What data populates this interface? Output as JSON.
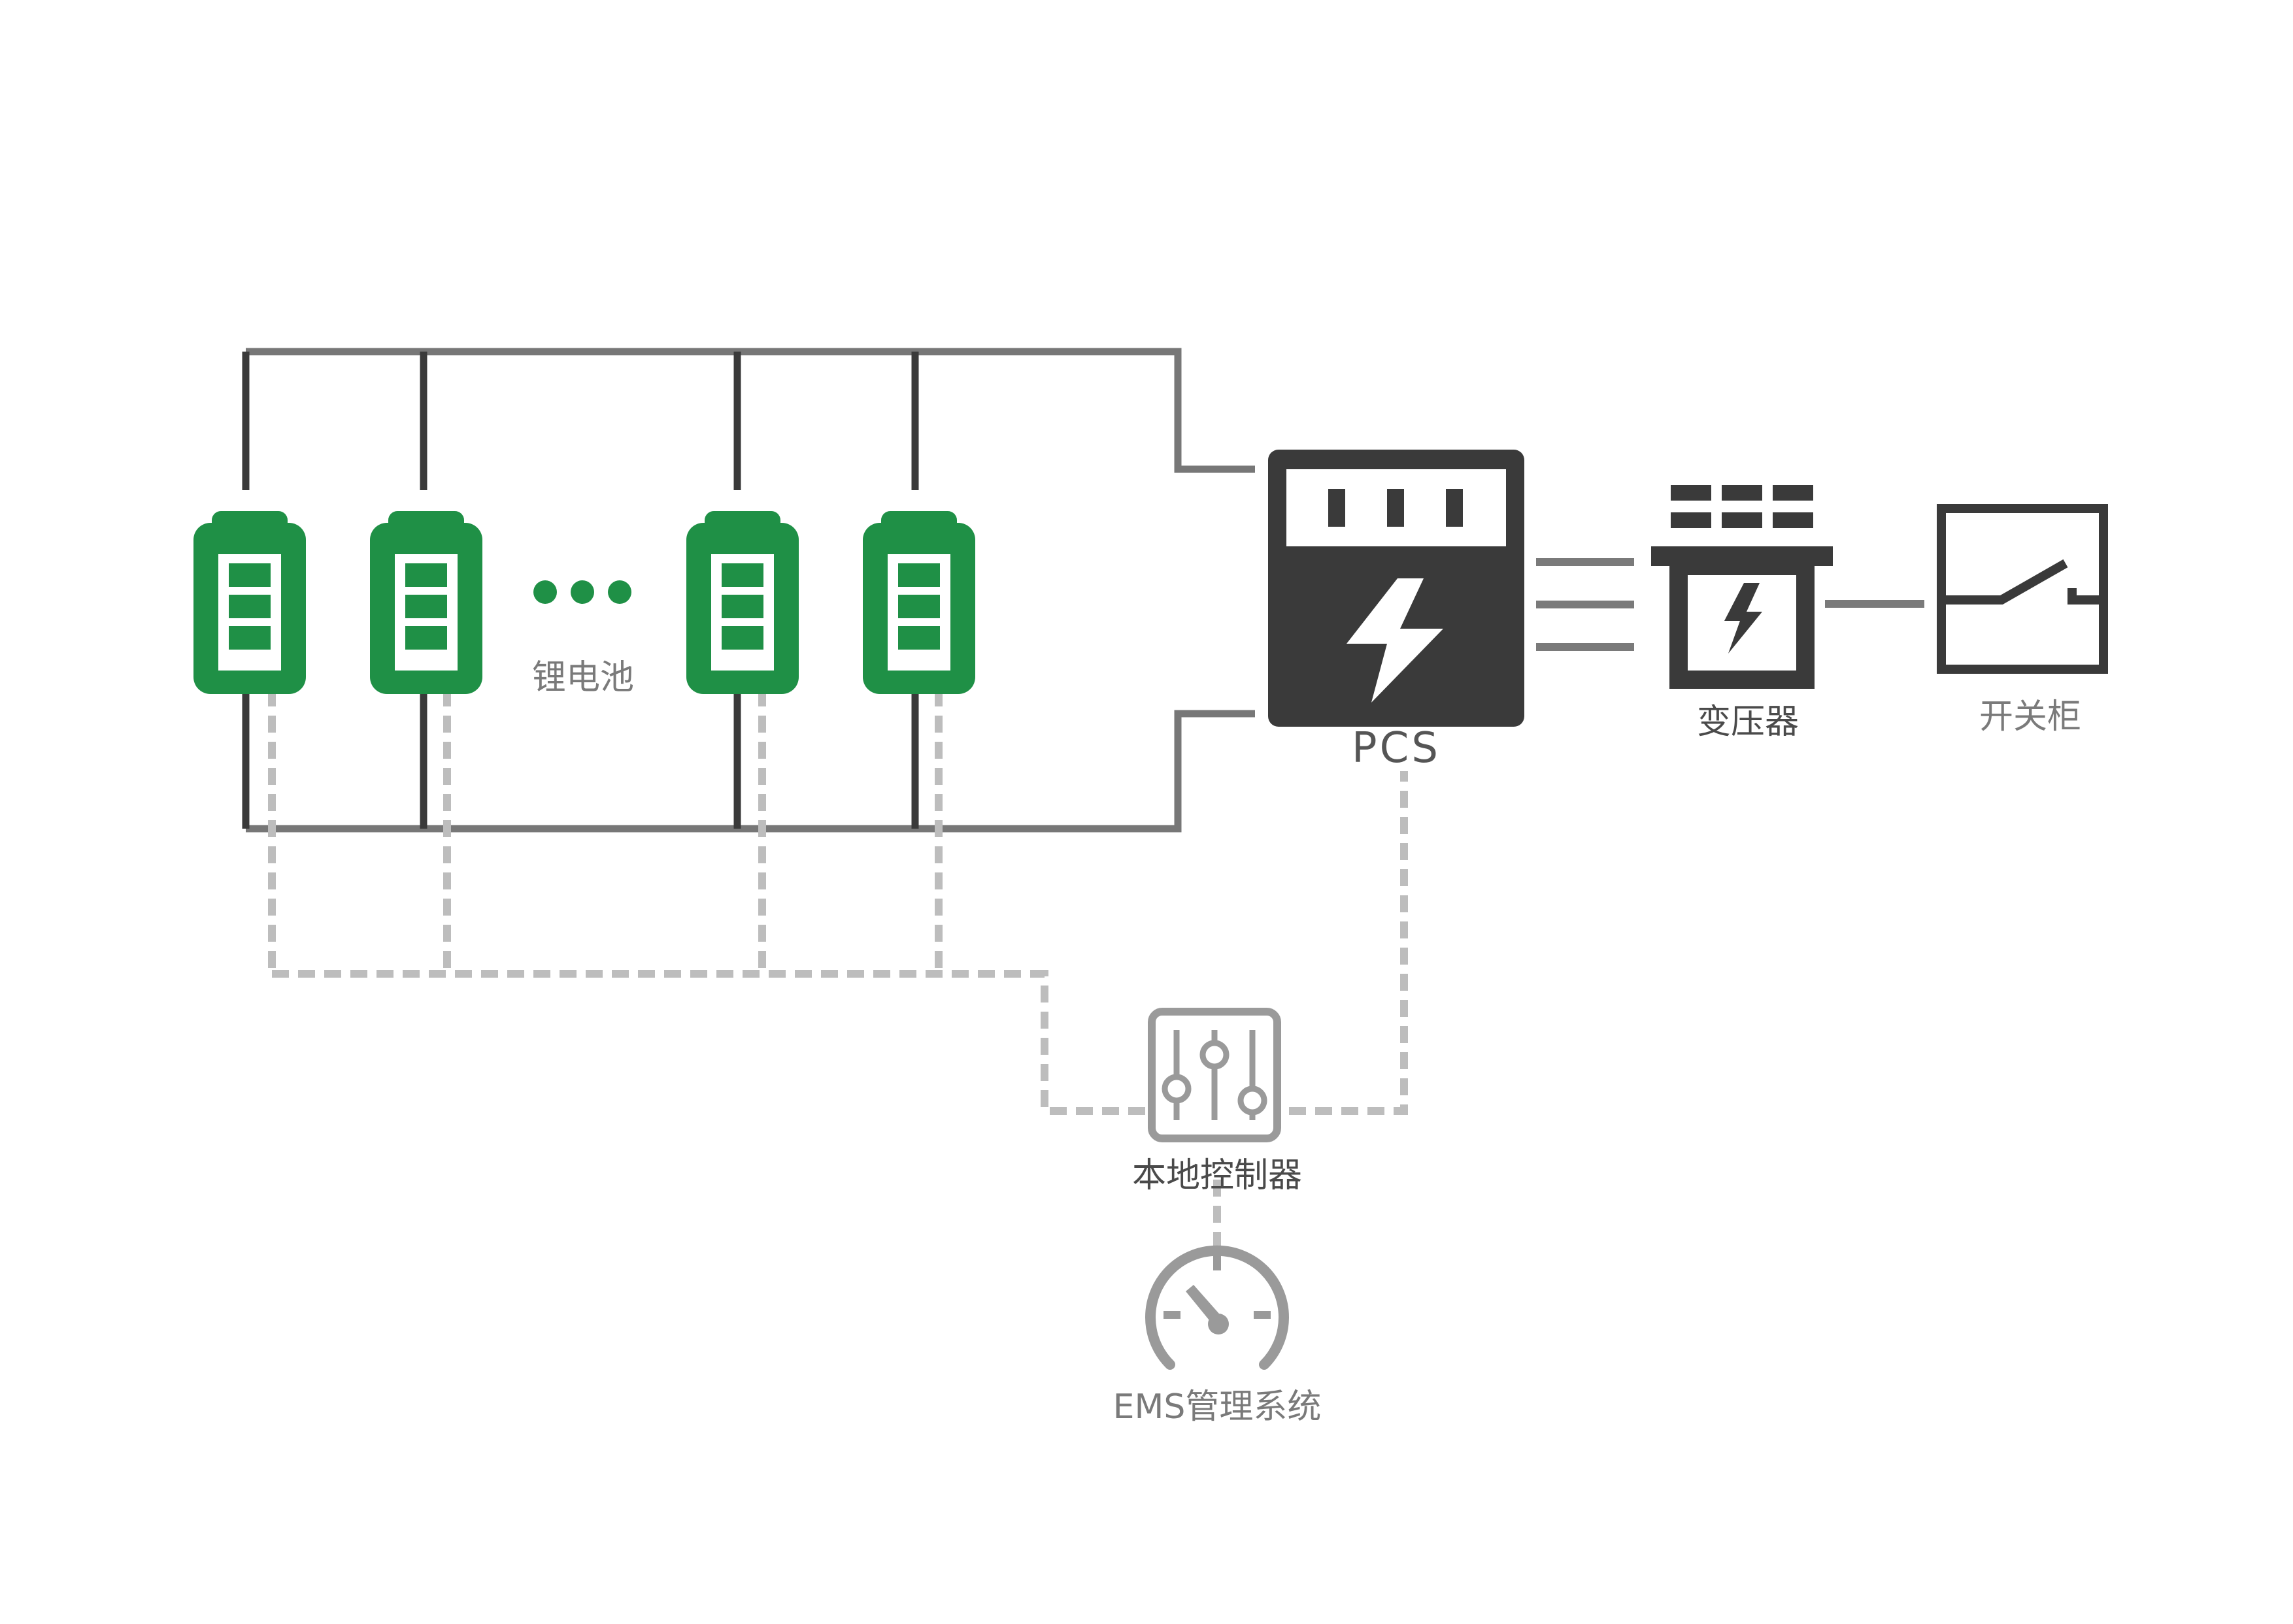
{
  "labels": {
    "battery": "锂电池",
    "pcs": "PCS",
    "transformer": "变压器",
    "switchgear": "开关柜",
    "local_controller": "本地控制器",
    "ems": "EMS管理系统"
  },
  "colors": {
    "battery_green": "#1f9046",
    "dark": "#3a3a3a",
    "bus_grey": "#777777",
    "signal_grey": "#bdbdbd",
    "control_grey": "#9a9a9a"
  },
  "icons": {
    "battery": "battery-icon",
    "pcs": "inverter-icon",
    "transformer": "transformer-icon",
    "switchgear": "switch-icon",
    "controller": "sliders-icon",
    "ems": "gauge-icon"
  }
}
